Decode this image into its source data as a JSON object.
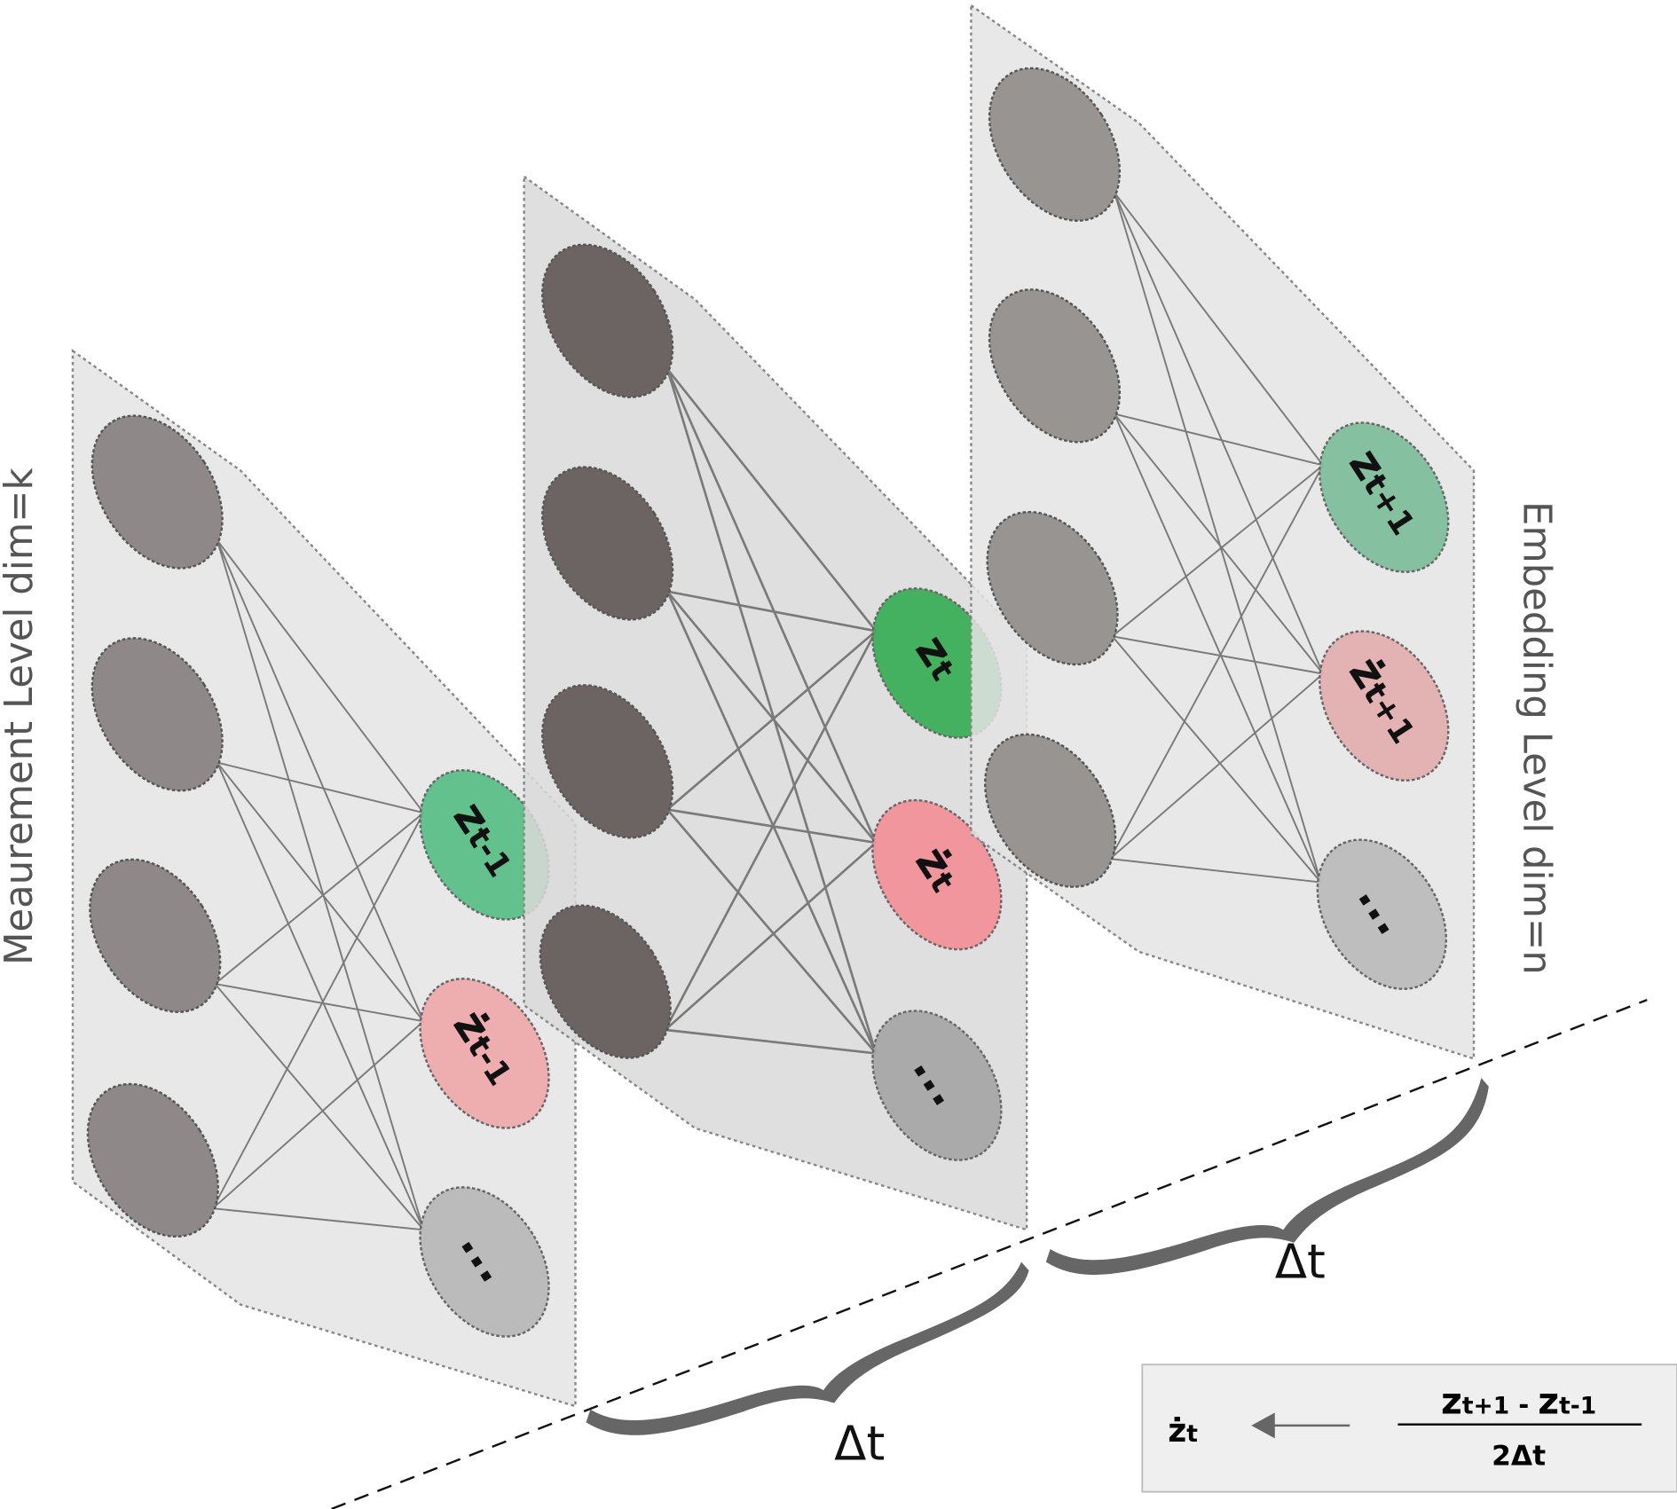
{
  "axes": {
    "left_label": "Meaurement Level dim=k",
    "right_label": "Embedding Level dim=n"
  },
  "panels": [
    {
      "fill": "#e4e4e4",
      "input_fill": "#8e8888",
      "outputs": [
        {
          "main": "z",
          "sub": "t-1",
          "fill": "#5bbf87",
          "text_color": "#1d3a28"
        },
        {
          "main": "ż",
          "sub": "t-1",
          "fill": "#eeaaab",
          "text_color": "#3a2a2a"
        },
        {
          "main": "...",
          "sub": "",
          "fill": "#b8b8b8",
          "text_color": "#333"
        }
      ]
    },
    {
      "fill": "#dad9d9",
      "input_fill": "#6c6462",
      "outputs": [
        {
          "main": "z",
          "sub": "t",
          "fill": "#3aae57",
          "text_color": "#000"
        },
        {
          "main": "ż",
          "sub": "t",
          "fill": "#f2919a",
          "text_color": "#000"
        },
        {
          "main": "...",
          "sub": "",
          "fill": "#a6a6a6",
          "text_color": "#000"
        }
      ]
    },
    {
      "fill": "#e4e4e4",
      "input_fill": "#989492",
      "outputs": [
        {
          "main": "z",
          "sub": "t+1",
          "fill": "#7fbf9c",
          "text_color": "#1d3a28"
        },
        {
          "main": "ż",
          "sub": "t+1",
          "fill": "#e3b0b0",
          "text_color": "#3a2a2a"
        },
        {
          "main": "...",
          "sub": "",
          "fill": "#bcbcbc",
          "text_color": "#333"
        }
      ]
    }
  ],
  "intervals": [
    {
      "label": "Δt"
    },
    {
      "label": "Δt"
    }
  ],
  "formula": {
    "lhs_main": "ż",
    "lhs_sub": "t",
    "num_a_main": "z",
    "num_a_sub": "t+1",
    "minus": " - ",
    "num_b_main": "z",
    "num_b_sub": "t-1",
    "denominator": "2Δt"
  }
}
